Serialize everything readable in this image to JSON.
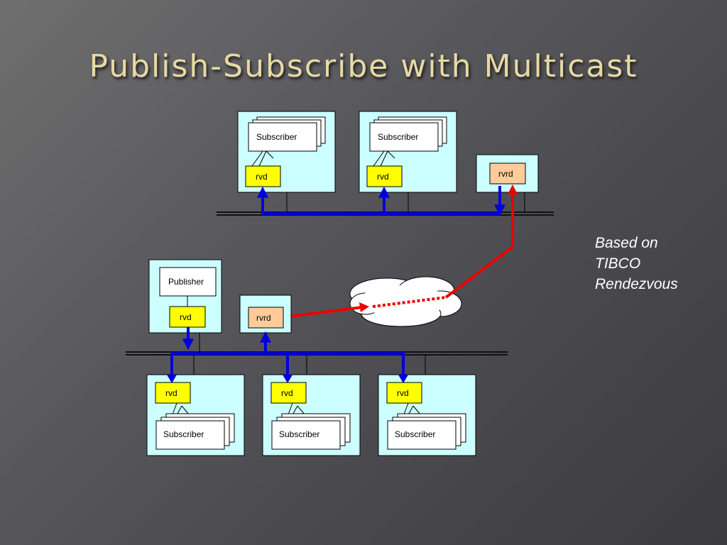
{
  "slide": {
    "title": "Publish-Subscribe with Multicast",
    "note_lines": [
      "Based on",
      "TIBCO",
      "Rendezvous"
    ]
  },
  "labels": {
    "subscriber": "Subscriber",
    "publisher": "Publisher",
    "rvd": "rvd",
    "rvrd": "rvrd"
  },
  "colors": {
    "host_box": "#ccffff",
    "rvd_fill": "#ffff00",
    "rvrd_fill": "#ffcc99",
    "multicast_arrow": "#0000dd",
    "wan_link": "#ee0000",
    "title_text": "#e8d9a4"
  }
}
